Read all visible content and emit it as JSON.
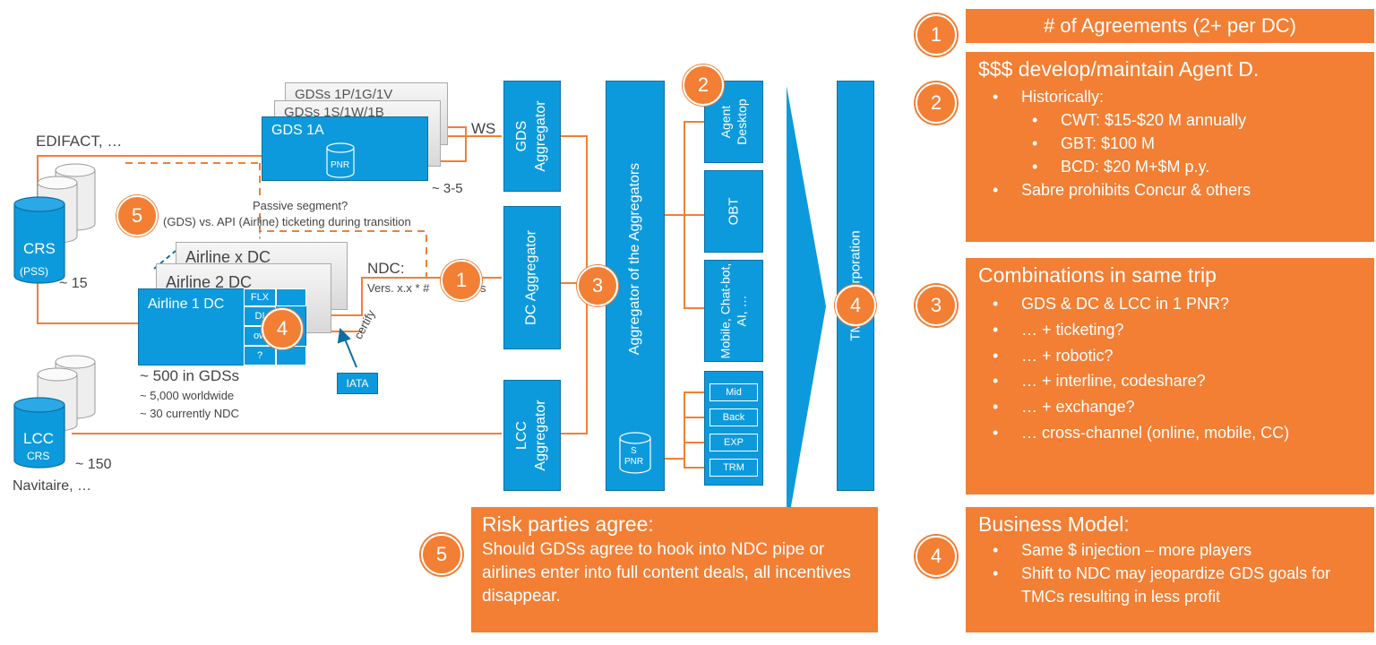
{
  "diagram": {
    "labels": {
      "edifact": "EDIFACT, …",
      "gds_card_back": "GDSs 1P/1G/1V",
      "gds_card_mid": "GDSs 1S/1W/1B",
      "gds_1a": "GDS 1A",
      "pnr": "PNR",
      "ws": "WS",
      "gds_count": "~ 3-5",
      "passive_segment": "Passive segment?",
      "ticketing_transition": "(GDS) vs. API (Airline) ticketing during transition",
      "crs": "CRS",
      "pss": "(PSS)",
      "crs_count": "~ 15",
      "airline_x": "Airline x DC",
      "airline_2": "Airline 2 DC",
      "airline_1": "Airline 1 DC",
      "flx": "FLX",
      "di": "DI",
      "ow": "ow",
      "q": "?",
      "ndc": "NDC:",
      "vers": "Vers. x.x * #",
      "vers_tail": "s",
      "certify": "certify",
      "iata": "IATA",
      "in_gds": "~ 500 in GDSs",
      "worldwide": "~ 5,000 worldwide",
      "currently_ndc": "~ 30 currently NDC",
      "lcc": "LCC",
      "lcc_crs": "CRS",
      "lcc_count": "~ 150",
      "navitaire": "Navitaire, …",
      "gds_aggregator": "GDS Aggregator",
      "dc_aggregator": "DC Aggregator",
      "lcc_aggregator": "LCC Aggregator",
      "agg_of_agg": "Aggregator of the Aggregators",
      "s_pnr_1": "S",
      "s_pnr_2": "PNR",
      "agent_desktop": "Agent Desktop",
      "obt": "OBT",
      "mobile": "Mobile, Chat-bot, AI, …",
      "mid": "Mid",
      "back": "Back",
      "exp": "EXP",
      "trm": "TRM",
      "tmc": "TMC / Corporation"
    },
    "markers": [
      "1",
      "2",
      "3",
      "4",
      "5"
    ]
  },
  "panels": {
    "p1": {
      "num": "1",
      "title": "# of Agreements (2+ per DC)"
    },
    "p2": {
      "num": "2",
      "title": "$$$ develop/maintain Agent D.",
      "historically": "Historically:",
      "sub": [
        "CWT: $15-$20 M annually",
        "GBT: $100 M",
        "BCD: $20 M+$M p.y."
      ],
      "tail": "Sabre prohibits Concur & others"
    },
    "p3": {
      "num": "3",
      "title": "Combinations in same trip",
      "items": [
        "GDS & DC & LCC in 1 PNR?",
        "… + ticketing?",
        "… + robotic?",
        "… + interline, codeshare?",
        "… + exchange?",
        "… cross-channel (online, mobile, CC)"
      ]
    },
    "p4": {
      "num": "4",
      "title": "Business Model:",
      "items": [
        "Same $ injection – more players",
        "Shift to NDC may jeopardize GDS goals for TMCs resulting in less profit"
      ]
    },
    "p5": {
      "num": "5",
      "title": "Risk parties agree:",
      "body": "Should GDSs agree to hook into NDC pipe or airlines enter into full content deals, all incentives disappear."
    }
  },
  "colors": {
    "blue": "#0d9add",
    "orange": "#f27f34"
  }
}
